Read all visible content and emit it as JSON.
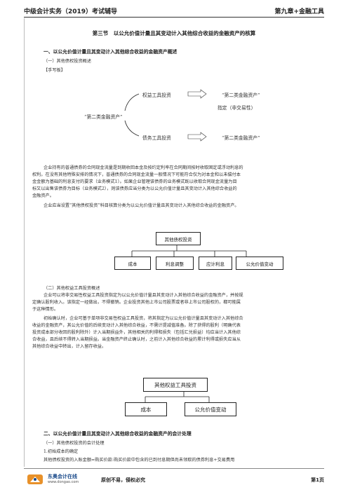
{
  "header": {
    "left": "中级会计实务（2019）考试辅导",
    "right": "第九章+金融工具"
  },
  "section_title": "第三节　以公允价值计量且其变动计入其他综合收益的金融资产的核算",
  "part1": {
    "heading": "一、以公允价值计量且其变动计入其他综合收益的金融资产概述",
    "sub1": "（一）其他债权投资概述",
    "hand": "【手写板】",
    "diagram": {
      "left_label": "“第二类金融资产”",
      "top_item": "权益工具投资",
      "top_result": "“第二类金融资产”",
      "top_note": "指定（非交易性）",
      "bottom_item": "债务工具投资",
      "bottom_result": "“第二类金融资产”"
    },
    "para1_lines": [
      "企业持有的普通债券的合同现金流量是到期收回本金及按约定利率在合同期间按时收取固定或浮动利息的",
      "权利。在没有其他特殊安排的情况下，普通债券的合同现金流量一般情况下可能符合仅为对本金和以未偿付本",
      "金金额为基础的利息支付的要求（业务模式1）。如果企业管理该债券的业务模式既以收取合同现金流量为目",
      "标又以出售该债券为目标（业务模式2），则该债券应当分类为以公允价值计量且其变动计入其他综合收益的",
      "金融资产。"
    ],
    "para2": "企业应当设置“其他债权投资”科目核算分类为以公允价值计量且其变动计入其他综合收益的金融资产。",
    "tree1": {
      "root": "其他债权投资",
      "children": [
        "成本",
        "利息调整",
        "应计利息",
        "公允价值变动"
      ]
    },
    "sub2": "（二）其他权益工具投资概述",
    "para3_lines": [
      "企业可以将非交易性权益工具投资指定为以公允价值计量且其变动计入其他综合收益的金融资产，并按规",
      "定确认股利收入。该指定一经做出，不得撤销。企业投资其他上市公司股票或者非上市公司股权的，都可能属",
      "于这种情形。"
    ],
    "para4_lines": [
      "初始确认时，企业可基于单项非交易性权益工具投资，将其指定为以公允价值计量且其变动计入其他综合",
      "收益的金融资产，其公允价值的后续变动计入其他综合收益，不需计提减值准备。除了获得的股利（明确代表",
      "投资成本部分收回的股利除外）计入当期损益外，其他相关的利得和损失（包括汇兑损益）均应当计入其他综",
      "合收益，且后续不得转入当期损益。当金融资产终止确认时，之前计入其他综合收益的累计利得或损失应当从",
      "其他综合收益中转出，计入留存收益。"
    ],
    "tree2": {
      "root": "其他权益工具投资",
      "children": [
        "成本",
        "公允价值变动"
      ]
    }
  },
  "part2": {
    "heading": "二、以公允价值计量且其变动计入其他综合收益的金融资产的会计处理",
    "sub1": "（一）其他债权投资的会计处理",
    "item1": "1.初始成本的确定",
    "line1": "其他债权投资的入账金额=购买价款-购买价款中包含的已到付息期但尚未领取的债券利息+交易费用"
  },
  "footer": {
    "brand": "东奥会计在线",
    "url": "www.dongao.com",
    "slogan": "原创不易，侵权必究",
    "page": "第1页"
  }
}
